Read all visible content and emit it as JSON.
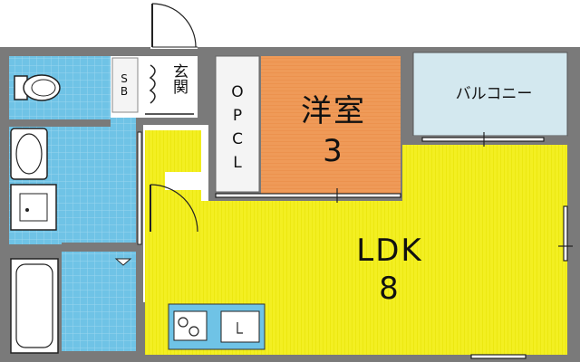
{
  "rooms": {
    "western_room": {
      "name": "洋室",
      "size": "3"
    },
    "ldk": {
      "name": "LDK",
      "size": "8"
    },
    "balcony": {
      "name": "バルコニー"
    },
    "entrance": {
      "name": "玄関"
    },
    "shoe_box": {
      "name": "SB"
    },
    "closet": {
      "name": "OPCL"
    }
  },
  "colors": {
    "wall": "#7a7a7a",
    "ldk_floor": "#f3ef22",
    "western_floor": "#ef9a58",
    "wet_area_tile": "#6fc3e6",
    "balcony": "#d3e8ef",
    "kitchen": "#6fc3e6",
    "closet": "#f4f4f4"
  }
}
